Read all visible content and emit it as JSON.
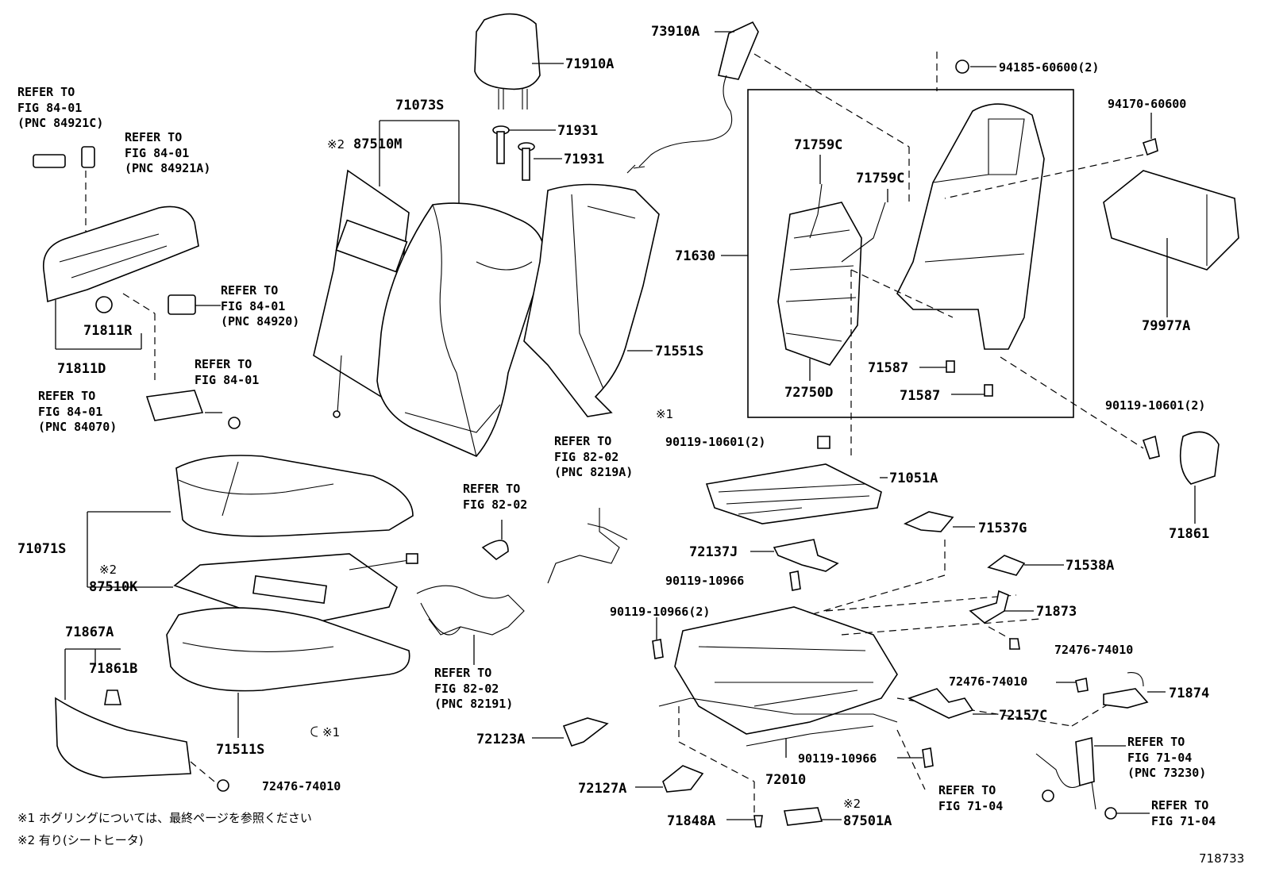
{
  "labels": {
    "p73910A": "73910A",
    "p71910A": "71910A",
    "p71073S": "71073S",
    "p87510M": "87510M",
    "p71931a": "71931",
    "p71931b": "71931",
    "p94185": "94185-60600(2)",
    "p94170": "94170-60600",
    "p71759Ca": "71759C",
    "p71759Cb": "71759C",
    "p71630": "71630",
    "p79977A": "79977A",
    "p71811R": "71811R",
    "p71811D": "71811D",
    "p71551S": "71551S",
    "p71587a": "71587",
    "p71587b": "71587",
    "p72750D": "72750D",
    "p90119_10601a": "90119-10601(2)",
    "p90119_10601b": "90119-10601(2)",
    "p71051A": "71051A",
    "p71861": "71861",
    "p71071S": "71071S",
    "p87510K": "87510K",
    "p71537G": "71537G",
    "p72137J": "72137J",
    "p71538A": "71538A",
    "p90119_10966a": "90119-10966",
    "p90119_10966b": "90119-10966(2)",
    "p71873": "71873",
    "p71867A": "71867A",
    "p71861B": "71861B",
    "p72476a": "72476-74010",
    "p72476b": "72476-74010",
    "p72476c": "72476-74010",
    "p71874": "71874",
    "p72157C": "72157C",
    "p71511S": "71511S",
    "p72123A": "72123A",
    "p72010": "72010",
    "p90119_10966c": "90119-10966",
    "p72127A": "72127A",
    "p71848A": "71848A",
    "p87501A": "87501A",
    "mark1a": "※1",
    "mark1b": "※1",
    "mark2a": "※2",
    "mark2b": "※2",
    "mark2c": "※2"
  },
  "refs": {
    "r1": [
      "REFER TO",
      "FIG 84-01",
      "(PNC 84921C)"
    ],
    "r2": [
      "REFER TO",
      "FIG 84-01",
      "(PNC 84921A)"
    ],
    "r3": [
      "REFER TO",
      "FIG 84-01",
      "(PNC 84920)"
    ],
    "r4": [
      "REFER TO",
      "FIG 84-01"
    ],
    "r5": [
      "REFER TO",
      "FIG 84-01",
      "(PNC 84070)"
    ],
    "r6": [
      "REFER TO",
      "FIG 82-02",
      "(PNC 8219A)"
    ],
    "r7": [
      "REFER TO",
      "FIG 82-02"
    ],
    "r8": [
      "REFER TO",
      "FIG 82-02",
      "(PNC 82191)"
    ],
    "r9": [
      "REFER TO",
      "FIG 71-04",
      "(PNC 73230)"
    ],
    "r10": [
      "REFER TO",
      "FIG 71-04"
    ],
    "r11": [
      "REFER TO",
      "FIG 71-04"
    ]
  },
  "notes": {
    "n1": "※1 ホグリングについては、最終ページを参照ください",
    "n2": "※2 有り(シートヒータ)",
    "figure_id": "718733"
  }
}
